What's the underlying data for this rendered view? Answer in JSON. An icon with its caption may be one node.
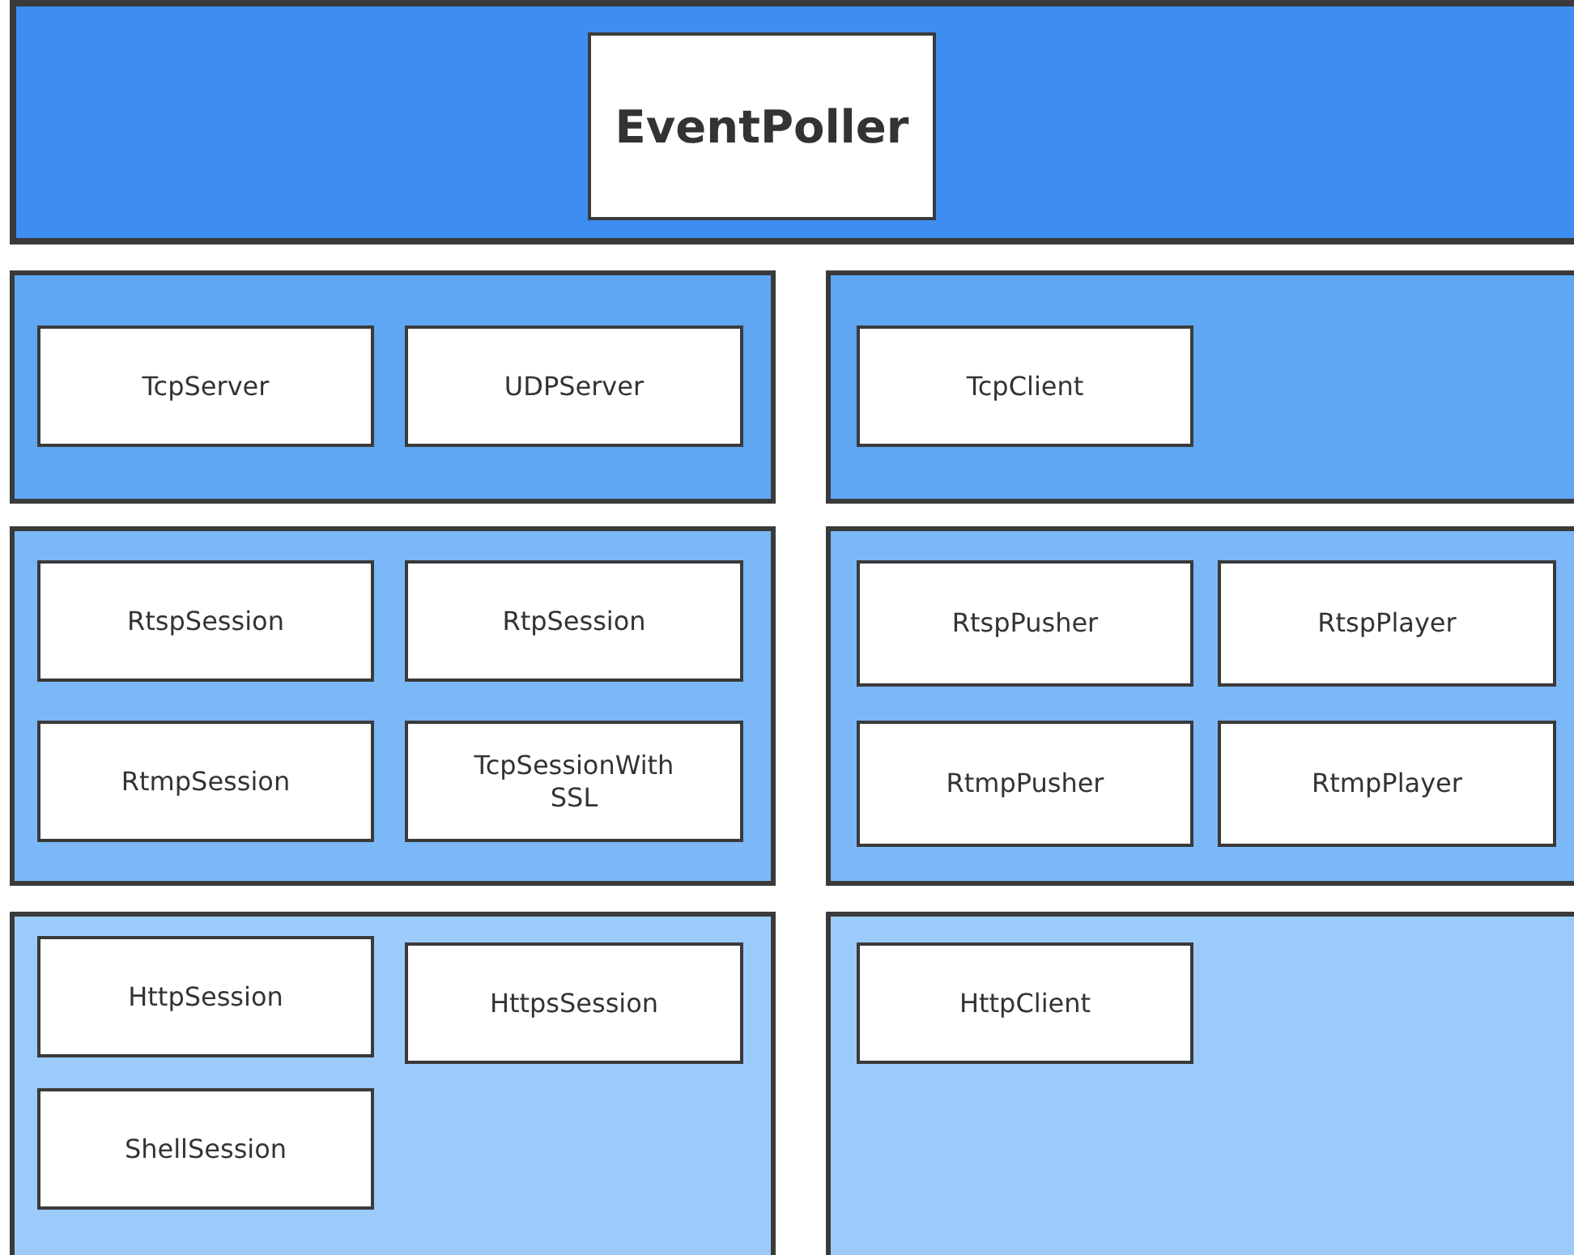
{
  "diagram": {
    "nodes": [
      {
        "text": [],
        "shape": "band"
      },
      {
        "text": [
          "EventPoller"
        ],
        "in": 0
      },
      {
        "text": [],
        "shape": "box"
      },
      {
        "text": [
          "TcpServer"
        ],
        "in": 2
      },
      {
        "text": [
          "UDPServer"
        ],
        "in": 2
      },
      {
        "text": [],
        "shape": "box"
      },
      {
        "text": [
          "TcpClient"
        ],
        "in": 5
      },
      {
        "text": [],
        "shape": "box"
      },
      {
        "text": [
          "RtspSession"
        ],
        "in": 7
      },
      {
        "text": [
          "RtpSession"
        ],
        "in": 7
      },
      {
        "text": [
          "RtmpSession"
        ],
        "in": 7
      },
      {
        "text": [
          "TcpSessionWith SSL"
        ],
        "in": 7
      },
      {
        "text": [],
        "shape": "box"
      },
      {
        "text": [
          "RtspPusher"
        ],
        "in": 12
      },
      {
        "text": [
          "RtspPlayer"
        ],
        "in": 12
      },
      {
        "text": [
          "RtmpPusher"
        ],
        "in": 12
      },
      {
        "text": [
          "RtmpPlayer"
        ],
        "in": 12
      },
      {
        "text": [],
        "shape": "box"
      },
      {
        "text": [
          "HttpSession"
        ],
        "in": 17
      },
      {
        "text": [
          "HttpsSession"
        ],
        "in": 17
      },
      {
        "text": [
          "ShellSession"
        ],
        "in": 17
      },
      {
        "text": [],
        "shape": "box"
      },
      {
        "text": [
          "HttpClient"
        ],
        "in": 21
      }
    ]
  }
}
